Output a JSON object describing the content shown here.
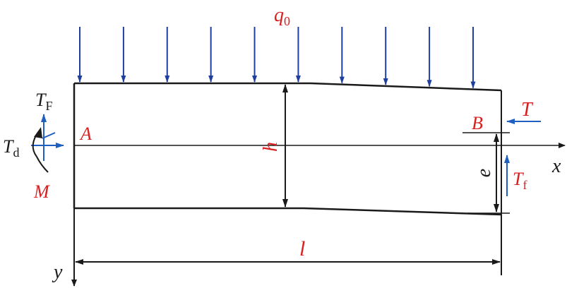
{
  "labels": {
    "q0_main": "q",
    "q0_sub": "0",
    "TF_main": "T",
    "TF_sub": "F",
    "Td_main": "T",
    "Td_sub": "d",
    "A": "A",
    "M": "M",
    "h": "h",
    "B": "B",
    "T": "T",
    "x": "x",
    "e": "e",
    "Tf_main": "T",
    "Tf_sub": "f",
    "l": "l",
    "y": "y"
  },
  "colors": {
    "line": "#1a1a1a",
    "load_arrow": "#1f3f9e",
    "red_label": "#d92020",
    "force": "#1f5fbf"
  },
  "load": {
    "arrow_count": 10
  }
}
